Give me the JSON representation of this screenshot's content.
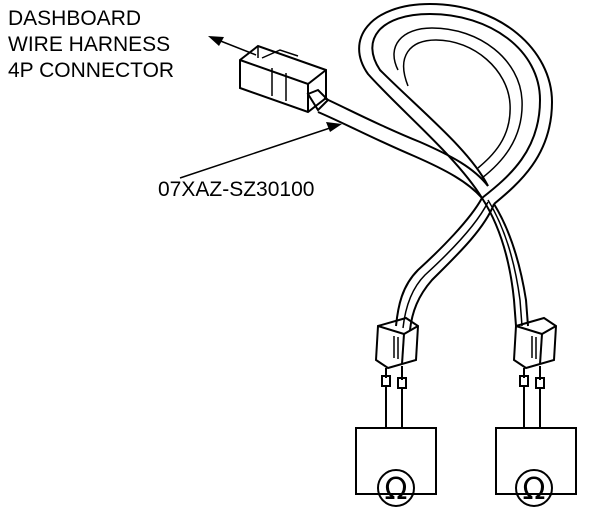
{
  "labels": {
    "connector_line1": "DASHBOARD",
    "connector_line2": "WIRE HARNESS",
    "connector_line3": "4P CONNECTOR",
    "part_number": "07XAZ-SZ30100"
  },
  "meters": {
    "left_symbol": "Ω",
    "right_symbol": "Ω"
  },
  "colors": {
    "ink": "#000000",
    "paper": "#ffffff"
  }
}
